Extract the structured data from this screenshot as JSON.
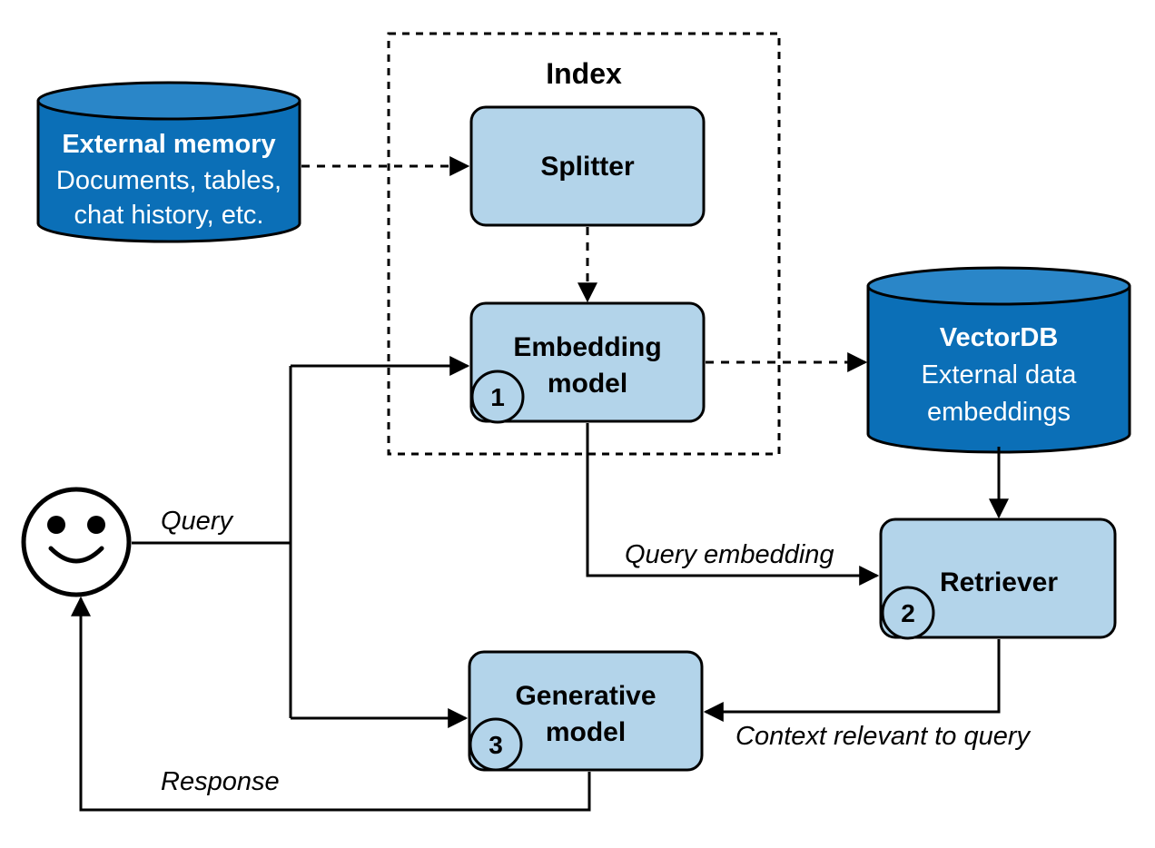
{
  "index": {
    "title": "Index"
  },
  "external_memory": {
    "title": "External memory",
    "line1": "Documents, tables,",
    "line2": "chat history, etc."
  },
  "splitter": {
    "label": "Splitter"
  },
  "embedding_model": {
    "line1": "Embedding",
    "line2": "model",
    "number": "1"
  },
  "vectordb": {
    "title": "VectorDB",
    "line1": "External data",
    "line2": "embeddings"
  },
  "retriever": {
    "label": "Retriever",
    "number": "2"
  },
  "generative_model": {
    "line1": "Generative",
    "line2": "model",
    "number": "3"
  },
  "edges": {
    "query": "Query",
    "query_embedding": "Query embedding",
    "context": "Context relevant to query",
    "response": "Response"
  },
  "colors": {
    "box_fill": "#b3d4ea",
    "cylinder_fill": "#0b6fb7",
    "cylinder_top": "#2a86c8",
    "stroke": "#000000"
  },
  "icons": {
    "user": "smiley-face-icon"
  }
}
